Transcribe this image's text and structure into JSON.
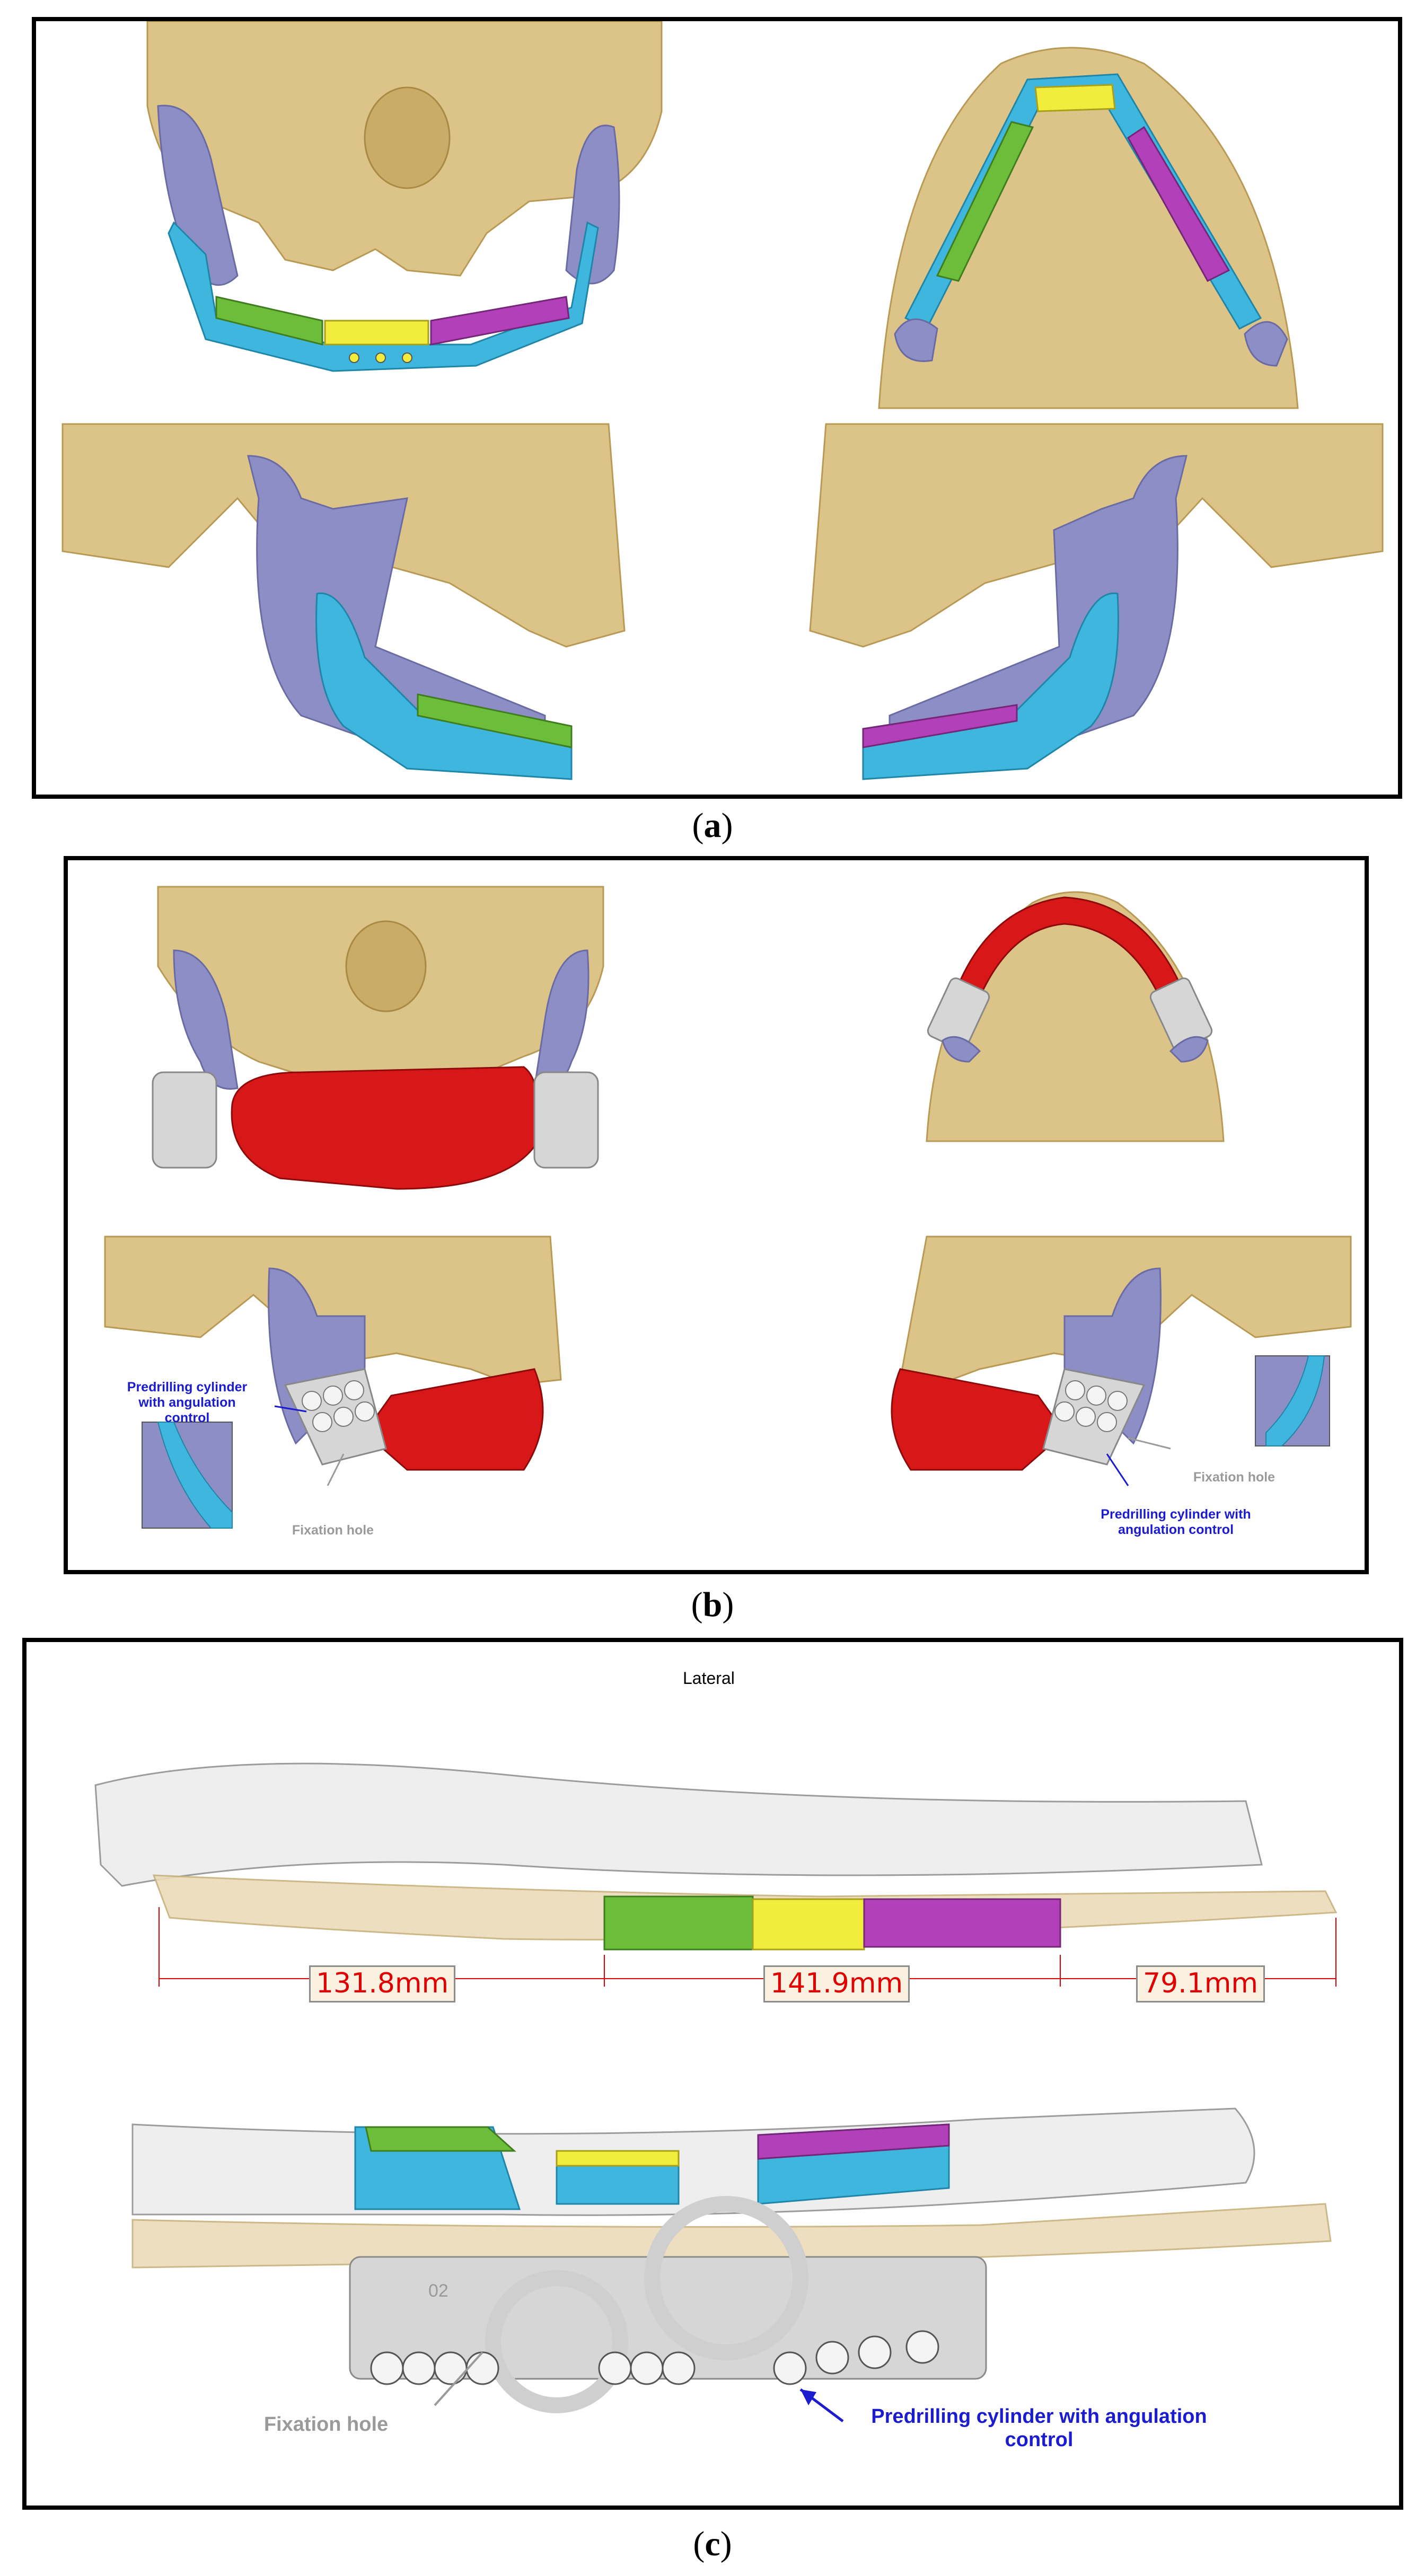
{
  "captions": {
    "a": "a",
    "b": "b",
    "c": "c"
  },
  "panel_b": {
    "label_left_cylinder": "Predrilling cylinder with angulation control",
    "label_left_hole": "Fixation hole",
    "label_right_hole": "Fixation hole",
    "label_right_cylinder": "Predrilling cylinder with angulation control"
  },
  "panel_c": {
    "view_label": "Lateral",
    "measurements": [
      "131.8mm",
      "141.9mm",
      "79.1mm"
    ],
    "guide_number": "02",
    "label_hole": "Fixation hole",
    "label_cylinder": "Predrilling cylinder with angulation control"
  },
  "colors": {
    "bone": "#dcc489",
    "ramus": "#8e8ec6",
    "plate": "#3eb6dd",
    "segment_green": "#6cbd3a",
    "segment_yellow": "#f2ec3c",
    "segment_purple": "#b140b9",
    "resection": "#d81818",
    "guide": "#d6d6d6",
    "annotation_blue": "#1b1bd0"
  }
}
